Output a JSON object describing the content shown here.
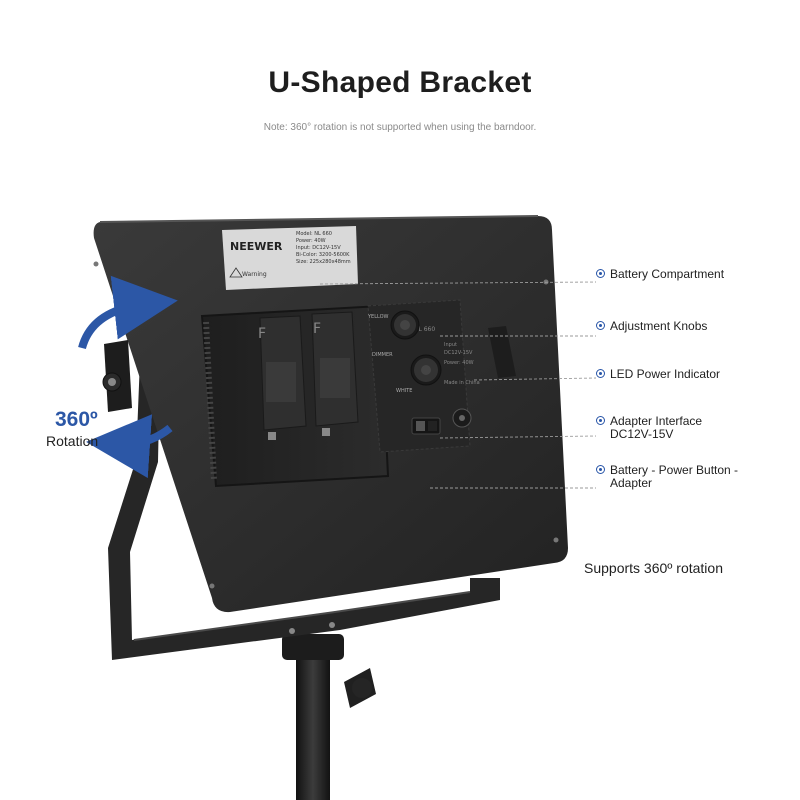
{
  "header": {
    "title": "U-Shaped Bracket",
    "note": "Note: 360° rotation is not supported when using the barndoor."
  },
  "panel": {
    "brand": "NEEWER",
    "spec_lines": [
      "Model: NL 660",
      "Power: 40W",
      "Input: DC12V-15V",
      "Bi-Color: 3200-5600K",
      "Size: 225x280x48mm"
    ],
    "warning": "Warning",
    "controls_label": "NL 660",
    "controls_spec": [
      "Input",
      "DC12V-15V",
      "Power: 40W",
      "Made in China"
    ],
    "knob_labels": [
      "YELLOW",
      "DIMMER",
      "WHITE"
    ]
  },
  "rotation": {
    "number": "360º",
    "word": "Rotation"
  },
  "callouts": [
    {
      "lines": [
        "Battery Compartment"
      ]
    },
    {
      "lines": [
        "Adjustment Knobs"
      ]
    },
    {
      "lines": [
        "LED Power Indicator"
      ]
    },
    {
      "lines": [
        "Adapter Interface",
        "DC12V-15V"
      ]
    },
    {
      "lines": [
        "Battery - Power Button -",
        "Adapter"
      ]
    }
  ],
  "footer_caption": "Supports 360º rotation",
  "colors": {
    "accent_blue": "#2c57a6",
    "panel_body": "#2b2b2b",
    "leader_line": "#9a9a9a"
  },
  "icons": [
    "callout-dot-icon",
    "rotation-arrow-icon",
    "knob-icon",
    "switch-icon"
  ]
}
